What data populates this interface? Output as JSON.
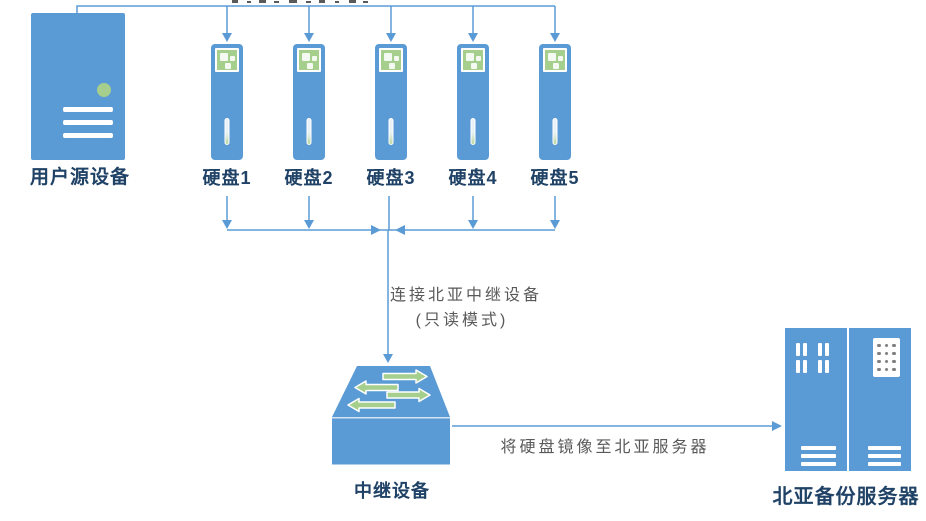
{
  "diagram": {
    "source_device": {
      "label": "用户源设备"
    },
    "disks": [
      {
        "label": "硬盘1"
      },
      {
        "label": "硬盘2"
      },
      {
        "label": "硬盘3"
      },
      {
        "label": "硬盘4"
      },
      {
        "label": "硬盘5"
      }
    ],
    "relay_note": {
      "line1": "连接北亚中继设备",
      "line2": "(只读模式)"
    },
    "relay_device": {
      "label": "中继设备"
    },
    "mirror_label": "将硬盘镜像至北亚服务器",
    "backup_server": {
      "label": "北亚备份服务器"
    },
    "colors": {
      "shape_blue": "#5B9BD5",
      "accent_green": "#A6CE8C",
      "title_text": "#1F4266",
      "note_text": "#595959"
    }
  }
}
